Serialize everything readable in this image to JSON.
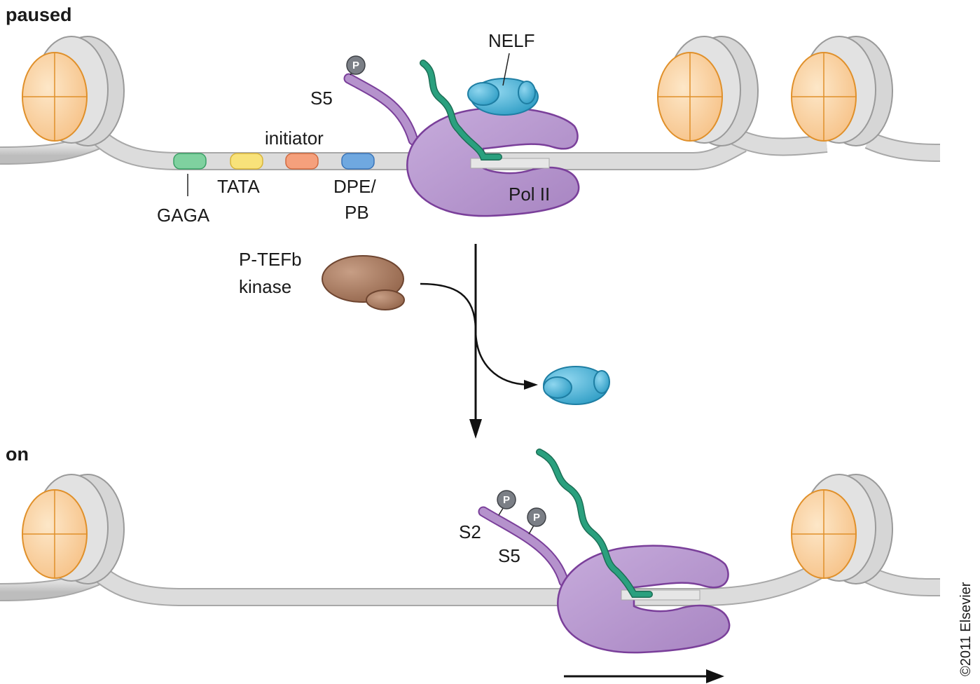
{
  "states": {
    "paused": "paused",
    "on": "on"
  },
  "labels": {
    "nelf": "NELF",
    "s5_top": "S5",
    "initiator": "initiator",
    "tata": "TATA",
    "gaga": "GAGA",
    "dpe_line1": "DPE/",
    "dpe_line2": "PB",
    "pol2": "Pol II",
    "ptefb_line1": "P-TEFb",
    "ptefb_line2": "kinase",
    "s2": "S2",
    "s5_bottom": "S5",
    "phospho": "P",
    "copyright": "©2011 Elsevier"
  },
  "colors": {
    "dna": "#d9d9d9",
    "dna_edge": "#a8a8a8",
    "histone": "#f7c890",
    "histone_edge": "#e0902a",
    "pol2": "#b592cc",
    "pol2_edge": "#7a3f9a",
    "rna": "#2aa07e",
    "nelf": "#4ab3d6",
    "ptefb": "#a87a60",
    "gaga": "#7fd19f",
    "tata": "#f8e27a",
    "initiator": "#f5a07c",
    "dpe": "#6fa8e0",
    "phospho": "#7b7f86"
  }
}
